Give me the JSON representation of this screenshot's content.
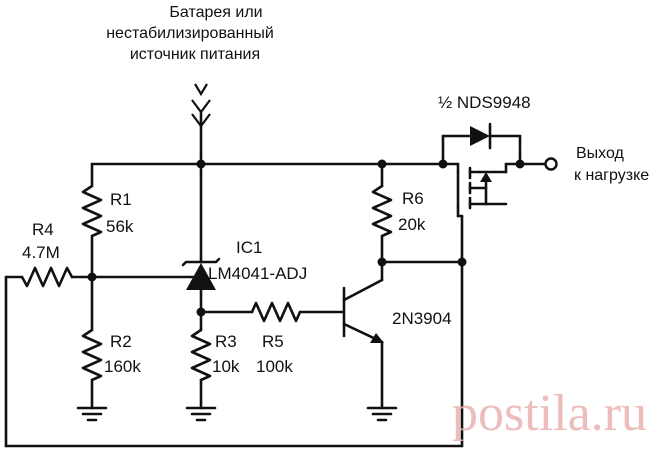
{
  "supply_label": {
    "line1": "Батарея или",
    "line2": "нестабилизированный",
    "line3": "источник питания"
  },
  "output_label": {
    "line1": "Выход",
    "line2": "к нагрузке"
  },
  "components": {
    "r1": {
      "name": "R1",
      "value": "56k"
    },
    "r2": {
      "name": "R2",
      "value": "160k"
    },
    "r3": {
      "name": "R3",
      "value": "10k"
    },
    "r4": {
      "name": "R4",
      "value": "4.7M"
    },
    "r5": {
      "name": "R5",
      "value": "100k"
    },
    "r6": {
      "name": "R6",
      "value": "20k"
    },
    "ic1": {
      "name": "IC1",
      "part": "LM4041-ADJ"
    },
    "q1": {
      "part": "2N3904"
    },
    "mosfet": {
      "part": "½ NDS9948"
    }
  },
  "watermark": "postila.ru",
  "colors": {
    "ink": "#111111",
    "watermark": "#e9b2b0",
    "background": "#ffffff"
  }
}
